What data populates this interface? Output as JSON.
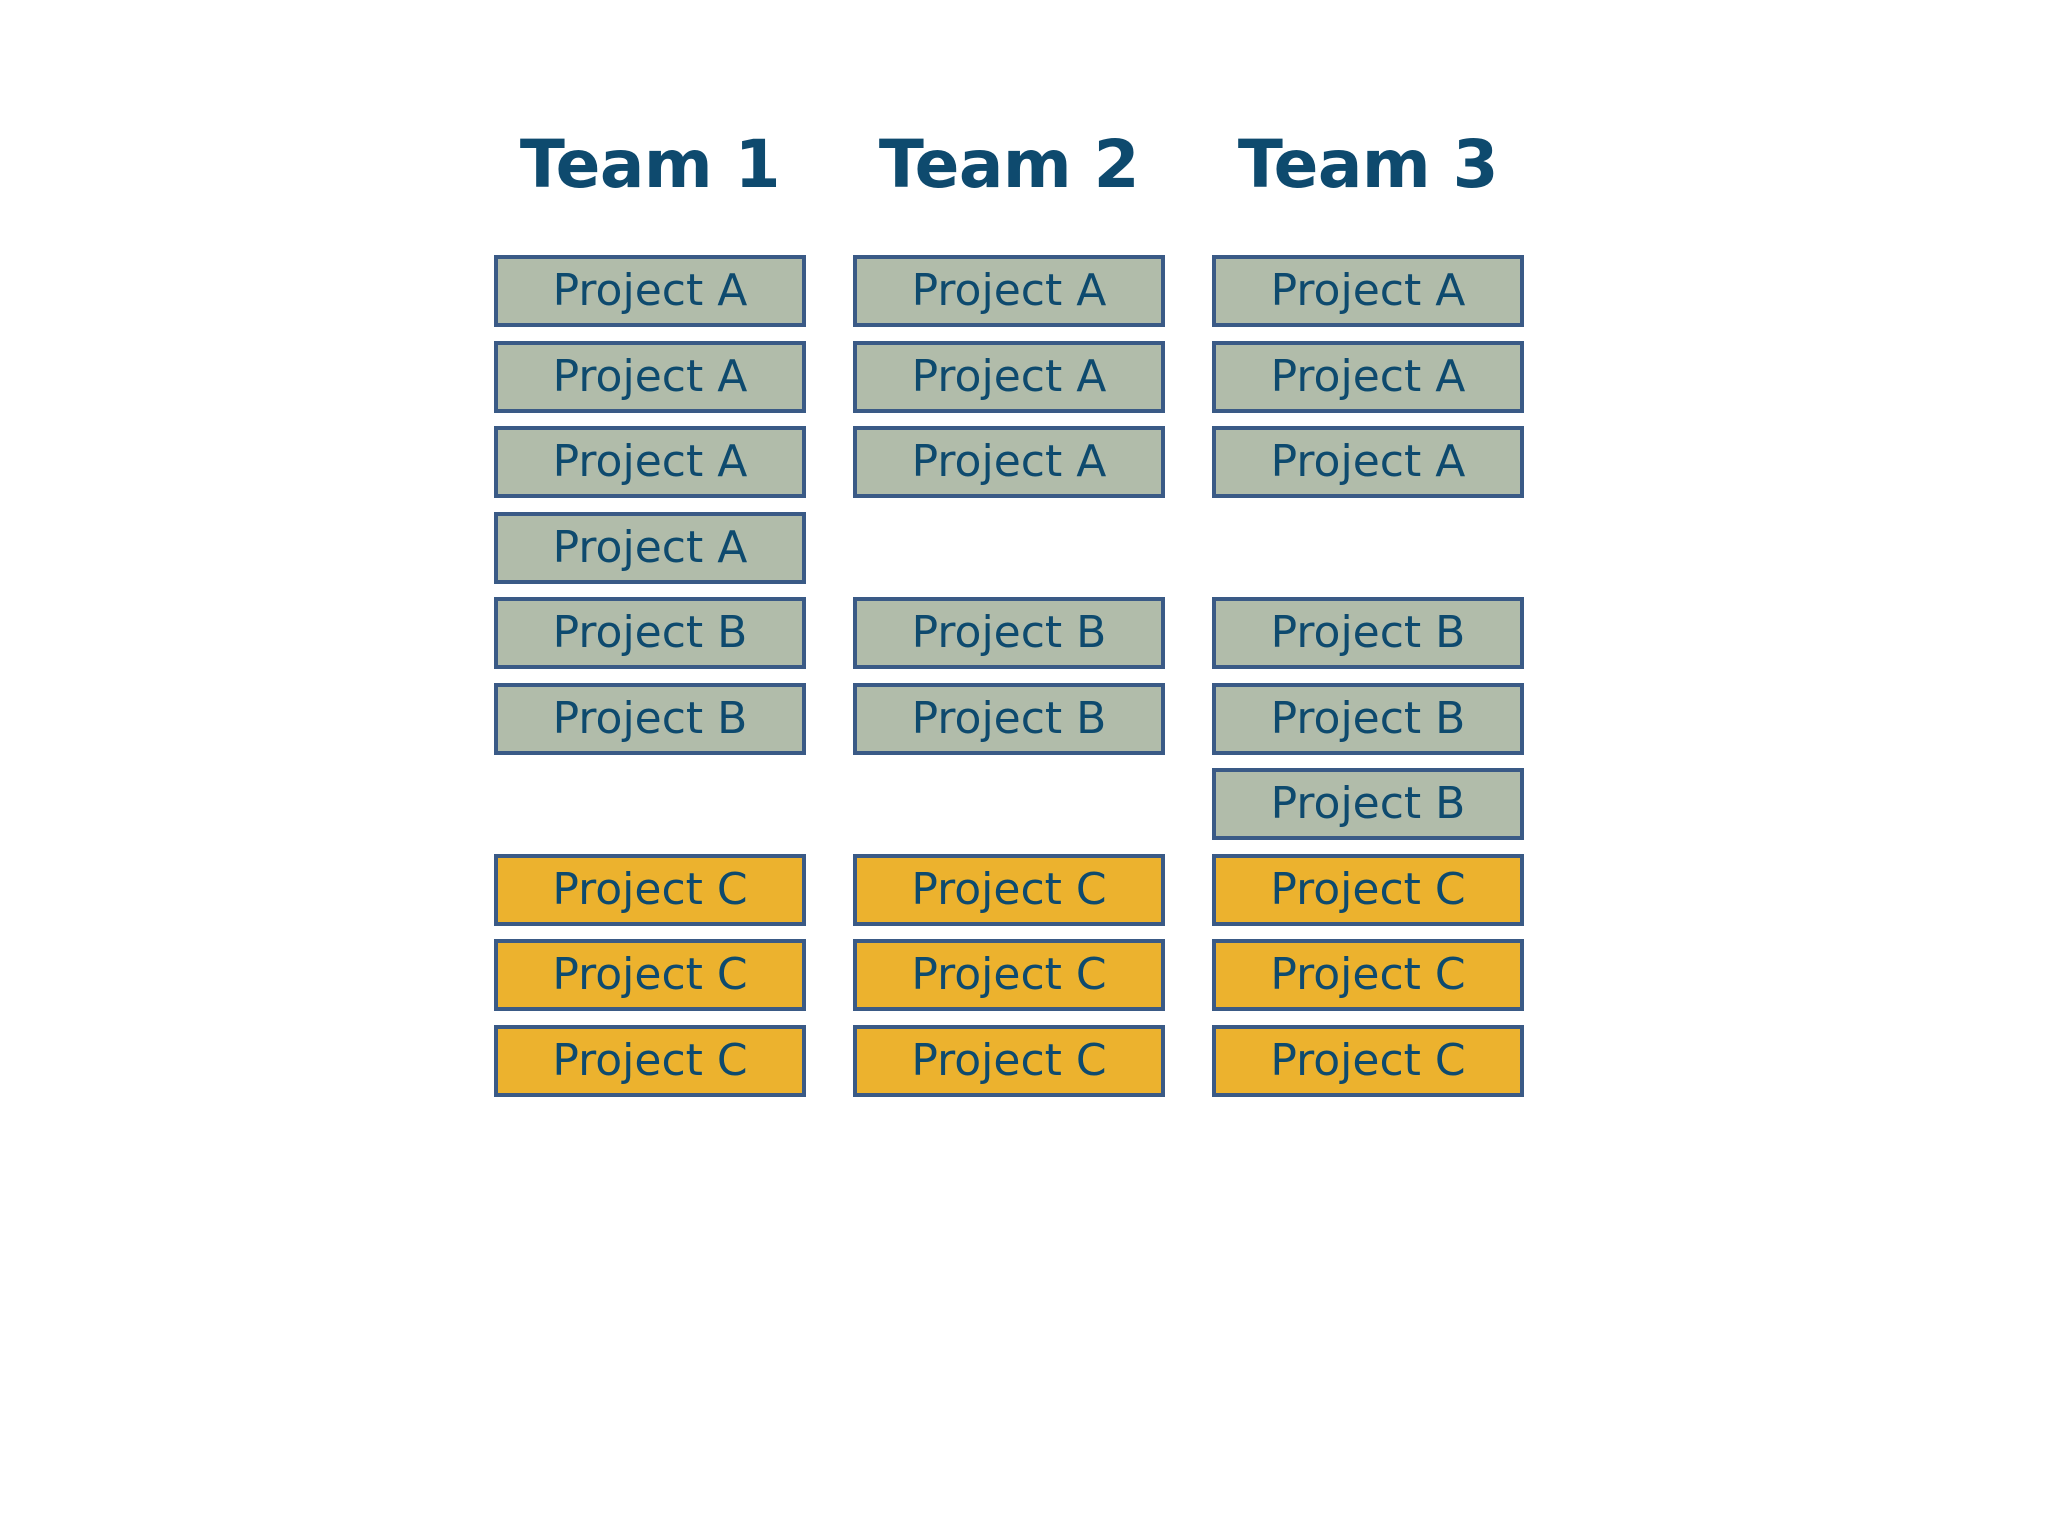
{
  "colors": {
    "title": "#0e4a6e",
    "text": "#0e4a6e",
    "border": "#3a5a86",
    "project_a_fill": "#b1bcaa",
    "project_b_fill": "#b1bcaa",
    "project_c_fill": "#ecb22e",
    "background": "#ffffff"
  },
  "teams": [
    {
      "name": "Team 1",
      "slots": [
        "Project A",
        "Project A",
        "Project A",
        "Project A",
        "Project B",
        "Project B",
        null,
        "Project C",
        "Project C",
        "Project C"
      ]
    },
    {
      "name": "Team 2",
      "slots": [
        "Project A",
        "Project A",
        "Project A",
        null,
        "Project B",
        "Project B",
        null,
        "Project C",
        "Project C",
        "Project C"
      ]
    },
    {
      "name": "Team 3",
      "slots": [
        "Project A",
        "Project A",
        "Project A",
        null,
        "Project B",
        "Project B",
        "Project B",
        "Project C",
        "Project C",
        "Project C"
      ]
    }
  ]
}
